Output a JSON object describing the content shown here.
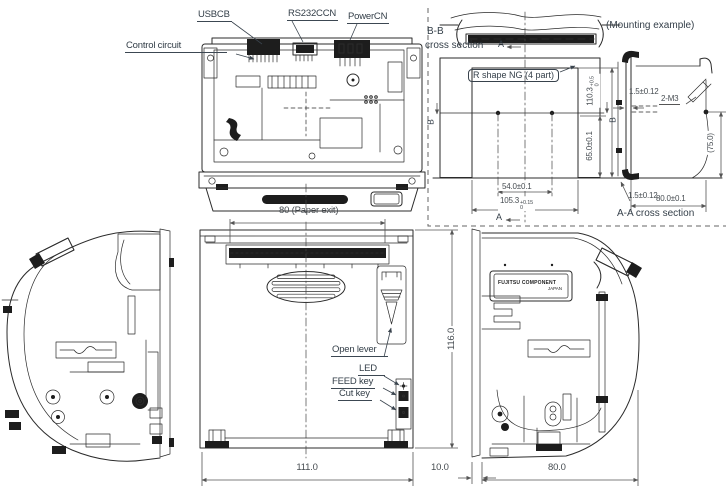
{
  "labels": {
    "usbcb": "USBCB",
    "rs232ccn": "RS232CCN",
    "powercn": "PowerCN",
    "control_circuit": "Control circuit",
    "bb_section": "B-B",
    "bb_section_sub": "cross section",
    "mounting_example": "(Mounting example)",
    "r_shape_note": "R shape NG (4 part)",
    "section_a_top": "A",
    "section_a_bottom": "A",
    "section_b_left": "B",
    "section_b_right": "B",
    "open_lever": "Open lever",
    "led": "LED",
    "feed_key": "FEED key",
    "cut_key": "Cut key",
    "aa_section": "A-A cross section",
    "nameplate_line1": "FUJITSU COMPONENT",
    "nameplate_line2": "JAPAN"
  },
  "dimensions": {
    "paper_exit": "80 (Paper exit)",
    "cutout_height": {
      "value": "110.3",
      "tol_plus": "+0.5",
      "tol_minus": "0"
    },
    "hole_offset": "65.0±0.1",
    "hole_pitch": "54.0±0.1",
    "cutout_width": {
      "value": "105.3",
      "tol_plus": "+0.15",
      "tol_minus": "0"
    },
    "panel_thickness_top": "1.5±0.12",
    "screw_spec": "2-M3",
    "depth_ref": "(75.0)",
    "panel_thickness_bottom": "1.5±0.12",
    "mount_depth": "80.0±0.1",
    "front_height": "116.0",
    "front_width": "111.0",
    "bezel_protrusion": "10.0",
    "body_depth": "80.0"
  },
  "colors": {
    "line": "#2b2b2b",
    "dim_line": "#555555",
    "label_text": "#333e48",
    "dim_text": "#474d52",
    "background": "#ffffff"
  }
}
